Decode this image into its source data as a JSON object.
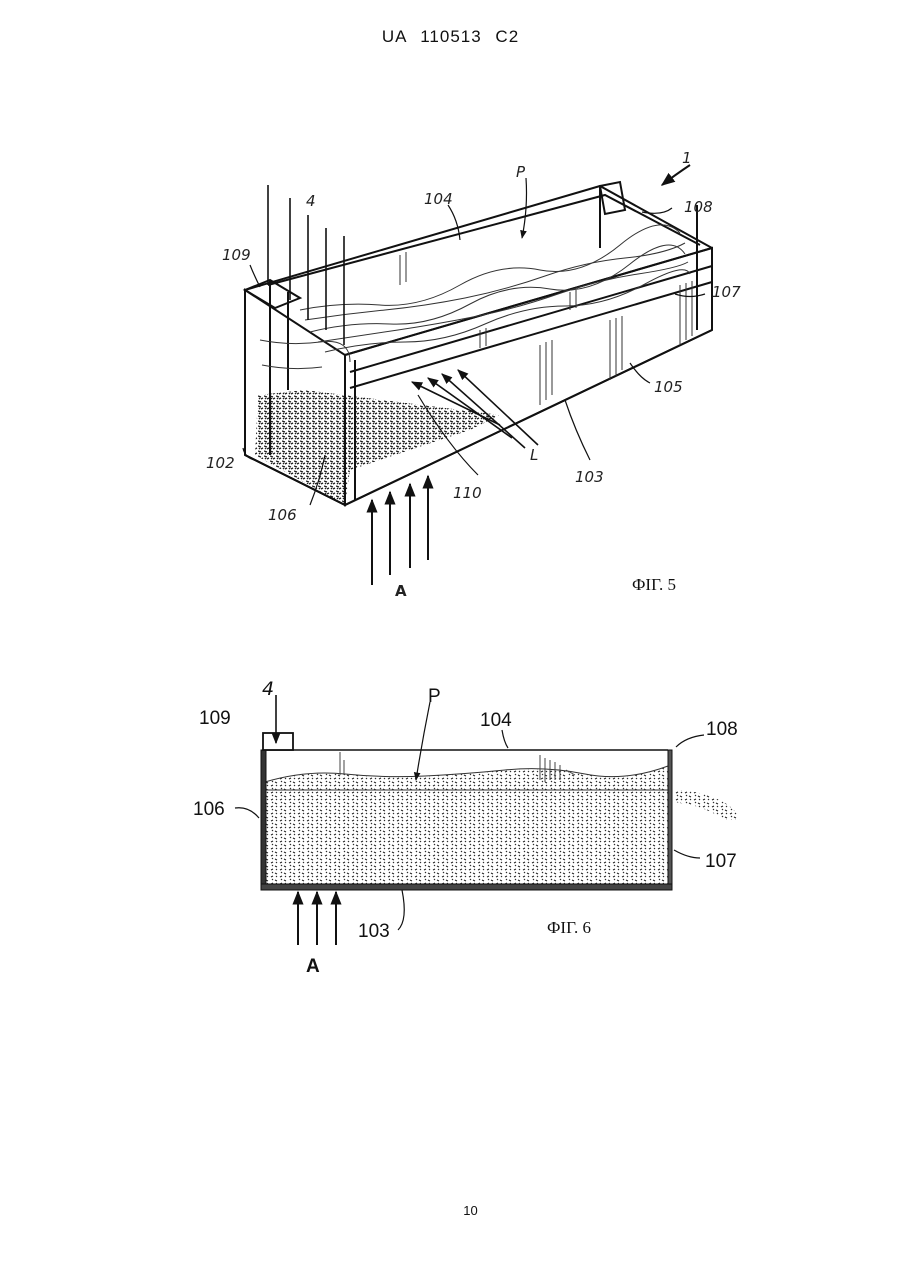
{
  "header": {
    "doc_id": "UA   110513   C2"
  },
  "figure5": {
    "caption": "ФІГ. 5",
    "labels": {
      "l1": "1",
      "lP": "P",
      "l4": "4",
      "l104": "104",
      "l108": "108",
      "l109": "109",
      "l107": "107",
      "l105": "105",
      "l102": "102",
      "l110": "110",
      "lL": "L",
      "l103": "103",
      "l106": "106",
      "lA": "A"
    }
  },
  "figure6": {
    "caption": "ФІГ. 6",
    "labels": {
      "l4": "4",
      "l109": "109",
      "lP": "P",
      "l104": "104",
      "l108": "108",
      "l106": "106",
      "l107": "107",
      "l103": "103",
      "lA": "A"
    }
  },
  "footer": {
    "page_number": "10"
  }
}
